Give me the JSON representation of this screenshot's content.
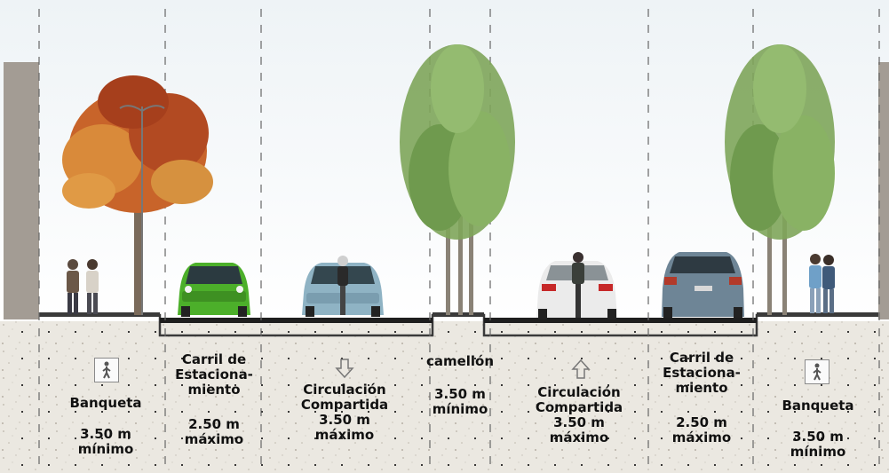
{
  "sections": [
    {
      "id": "banqueta-left",
      "name": "Banqueta",
      "value": "3.50 m",
      "qualifier": "mínimo",
      "icon": "pedestrian-icon"
    },
    {
      "id": "estacionamiento-left",
      "name_lines": [
        "Carril de",
        "Estaciona-",
        "miento"
      ],
      "value": "2.50 m",
      "qualifier": "máximo",
      "icon": ""
    },
    {
      "id": "circulacion-left",
      "name_lines": [
        "Circulación",
        "Compartida"
      ],
      "value": "3.50 m",
      "qualifier": "máximo",
      "icon": "arrow-down-icon"
    },
    {
      "id": "camellon",
      "name": "camellón",
      "value": "3.50 m",
      "qualifier": "mínimo",
      "icon": ""
    },
    {
      "id": "circulacion-right",
      "name_lines": [
        "Circulación",
        "Compartida"
      ],
      "value": "3.50 m",
      "qualifier": "máximo",
      "icon": "arrow-up-icon"
    },
    {
      "id": "estacionamiento-right",
      "name_lines": [
        "Carril de",
        "Estaciona-",
        "miento"
      ],
      "value": "2.50 m",
      "qualifier": "máximo",
      "icon": ""
    },
    {
      "id": "banqueta-right",
      "name": "Banqueta",
      "value": "3.50 m",
      "qualifier": "mínimo",
      "icon": "pedestrian-icon"
    }
  ],
  "colors": {
    "sky": "#f6f8fa",
    "ground": "#e9e6df",
    "asphalt": "#1e1e1e",
    "autumn_tree": "#c8642a",
    "green_tree": "#6f9a4e",
    "car_green": "#4caf2a",
    "car_blue": "#8fb3c4",
    "car_white": "#ebebeb",
    "car_grey_blue": "#6e8596",
    "building": "#a39c94"
  }
}
